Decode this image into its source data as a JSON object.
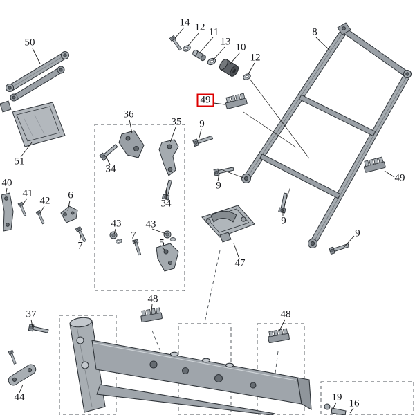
{
  "diagram": {
    "type": "exploded-parts-diagram",
    "highlight_color": "#dd0000",
    "selected_part": "49",
    "background": "#ffffff",
    "part_fill": "#a5abb0",
    "outline": "#30353a"
  },
  "labels": [
    {
      "text": "50"
    },
    {
      "text": "14"
    },
    {
      "text": "12"
    },
    {
      "text": "11"
    },
    {
      "text": "13"
    },
    {
      "text": "10"
    },
    {
      "text": "12"
    },
    {
      "text": "8"
    },
    {
      "text": "49",
      "highlighted": true
    },
    {
      "text": "36"
    },
    {
      "text": "35"
    },
    {
      "text": "9"
    },
    {
      "text": "51"
    },
    {
      "text": "34"
    },
    {
      "text": "9"
    },
    {
      "text": "34"
    },
    {
      "text": "40"
    },
    {
      "text": "41"
    },
    {
      "text": "42"
    },
    {
      "text": "6"
    },
    {
      "text": "43"
    },
    {
      "text": "43"
    },
    {
      "text": "7"
    },
    {
      "text": "7"
    },
    {
      "text": "5"
    },
    {
      "text": "9"
    },
    {
      "text": "47"
    },
    {
      "text": "49"
    },
    {
      "text": "9"
    },
    {
      "text": "37"
    },
    {
      "text": "48"
    },
    {
      "text": "48"
    },
    {
      "text": "44"
    },
    {
      "text": "19"
    },
    {
      "text": "16"
    }
  ]
}
